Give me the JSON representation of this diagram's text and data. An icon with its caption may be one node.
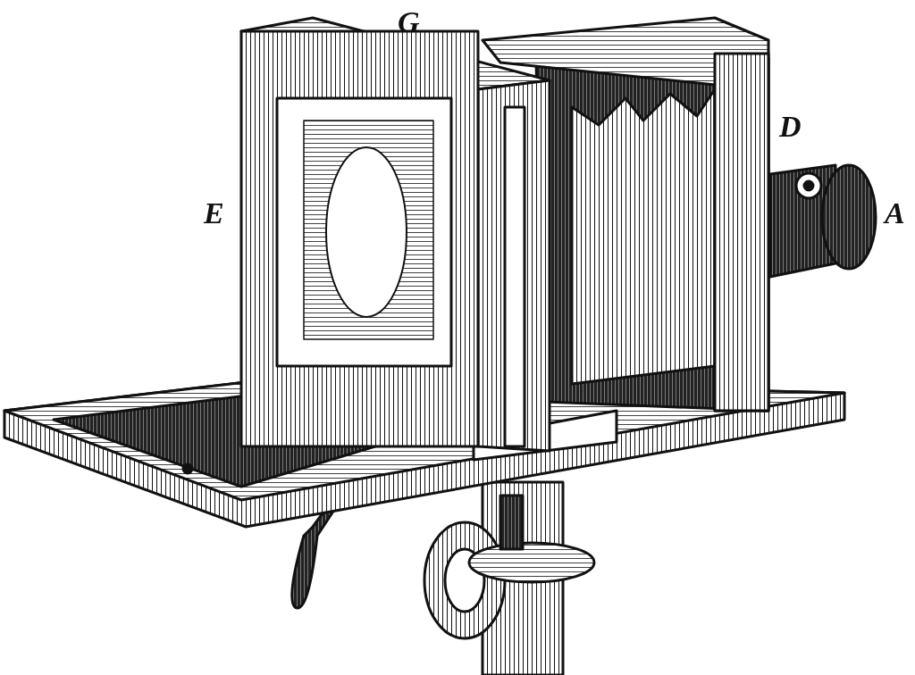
{
  "diagram": {
    "labels": [
      "G",
      "D",
      "E",
      "A"
    ]
  }
}
